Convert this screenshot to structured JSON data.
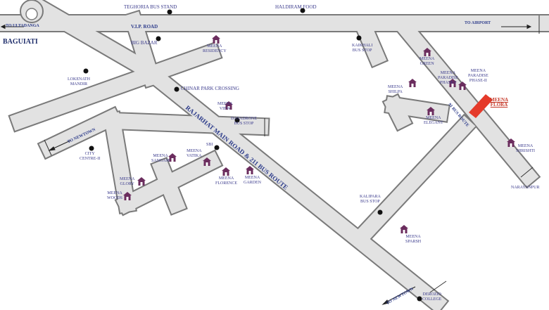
{
  "title": "",
  "roads": {
    "vip_road": "V.I.P. ROAD",
    "to_ultadanga": "TO ULTADANGA",
    "to_airport": "TO AIRPORT",
    "to_newtown_left": "TO NEWTOWN",
    "to_newtown_bottom": "TO NEWTOWN",
    "rajarhat": "RAJARHAT MAIN ROAD & 211 BUS ROUTE",
    "bus91": "91 BUS ROUTE"
  },
  "areas": {
    "baguiati": "BAGUIATI",
    "teghoria": "TEGHORIA BUS STAND",
    "haldiram": "HALDIRAM FOOD",
    "kaikhali": [
      "KAIKHALI",
      "BUS STOP"
    ],
    "big_bazar": "BIG BAZAR",
    "lokenath": [
      "LOKENATH",
      "MANDIR"
    ],
    "chinar": "CHINAR PARK CROSSING",
    "dasadrone": [
      "DASADRONE",
      "BUS STOP"
    ],
    "city_centre": [
      "CITY",
      "CENTRE-II"
    ],
    "sbi": "SBI",
    "kalipara": [
      "KALIPARA",
      "BUS STOP"
    ],
    "derozio": [
      "DEROZIO",
      "COLLEGE"
    ],
    "narayanpur": "NARAYANPUR"
  },
  "projects": {
    "residency": [
      "MEENA",
      "RESIDENCY"
    ],
    "green": [
      "MEENA",
      "GREEN"
    ],
    "paradise1": [
      "MEENA",
      "PARADISE",
      "PHASE-I"
    ],
    "paradise2": [
      "MEENA",
      "PARADISE",
      "PHASE-II"
    ],
    "shilpa": [
      "MEENA",
      "SHILPA"
    ],
    "elegant": [
      "MEENA",
      "ELEGANT"
    ],
    "view": [
      "MEENA",
      "VIEW"
    ],
    "sangam": [
      "MEENA",
      "SANGAM"
    ],
    "vatika": [
      "MEENA",
      "VATIKA"
    ],
    "florence": [
      "MEENA",
      "FLORENCE"
    ],
    "garden": [
      "MEENA",
      "GARDEN"
    ],
    "glory": [
      "MEENA",
      "GLORY"
    ],
    "woods": [
      "MEENA",
      "WOODS"
    ],
    "sparsh": [
      "MEENA",
      "SPARSH"
    ],
    "shrishti": [
      "MEENA",
      "SHRISHTI"
    ],
    "flora": [
      "MEENA",
      "FLORA"
    ]
  },
  "colors": {
    "road_fill": "#e2e2e2",
    "road_edge": "#7a7a7a",
    "label": "#3a3a8c",
    "house": "#6b2d5e",
    "highlight": "#e53a2a"
  }
}
